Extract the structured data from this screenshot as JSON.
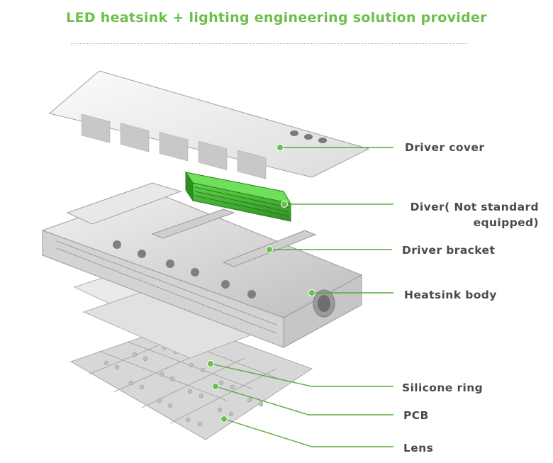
{
  "header": {
    "title": "LED heatsink + lighting engineering solution provider"
  },
  "labels": {
    "driver_cover": "Driver cover",
    "driver_line1": "Diver( Not standard",
    "driver_line2": "equipped)",
    "driver_bracket": "Driver bracket",
    "heatsink_body": "Heatsink body",
    "silicone_ring": "Silicone ring",
    "pcb": "PCB",
    "lens": "Lens"
  },
  "colors": {
    "accent": "#6cbf4a",
    "leader": "#5aa83a",
    "label_text": "#4a4a4a",
    "driver_green": "#3fa52f"
  }
}
